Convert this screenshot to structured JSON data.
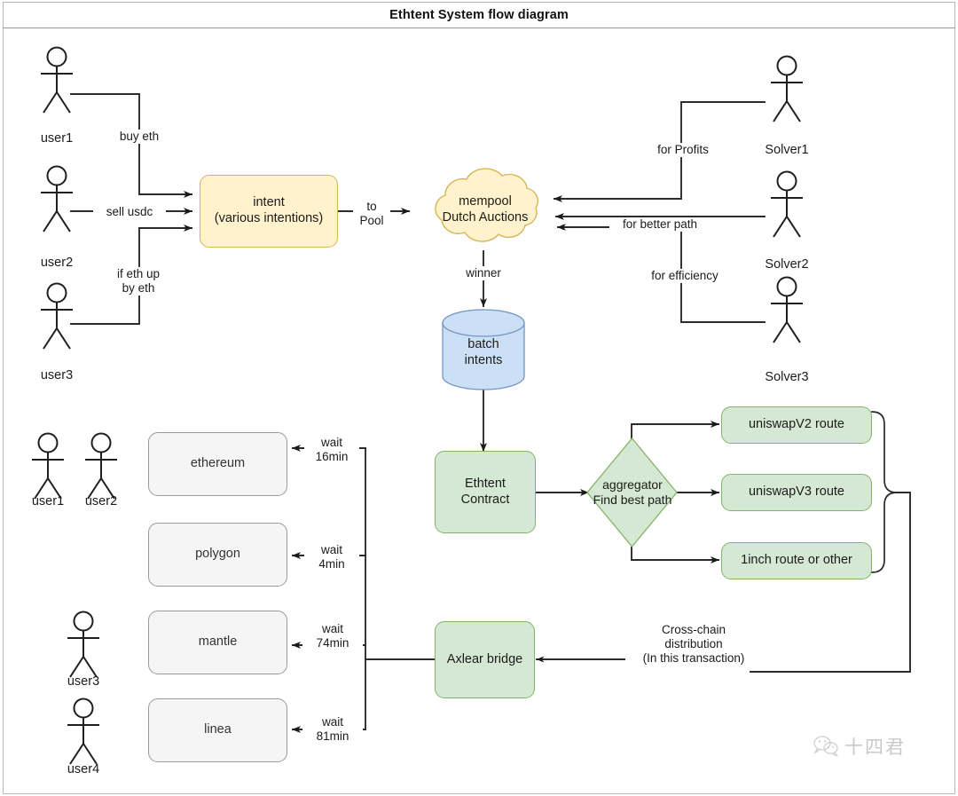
{
  "title": "Ethtent  System flow diagram",
  "actors_top": [
    {
      "name": "user1",
      "label": "user1"
    },
    {
      "name": "user2",
      "label": "user2"
    },
    {
      "name": "user3",
      "label": "user3"
    }
  ],
  "solvers": [
    {
      "name": "solver1",
      "label": "Solver1"
    },
    {
      "name": "solver2",
      "label": "Solver2"
    },
    {
      "name": "solver3",
      "label": "Solver3"
    }
  ],
  "actors_bottom": [
    {
      "name": "user1",
      "label": "user1"
    },
    {
      "name": "user2",
      "label": "user2"
    },
    {
      "name": "user3",
      "label": "user3"
    },
    {
      "name": "user4",
      "label": "user4"
    }
  ],
  "nodes": {
    "intent": "intent\n(various intentions)",
    "mempool": "mempool\nDutch Auctions",
    "batch": "batch\nintents",
    "contract": "Ethtent\nContract",
    "aggregator": "aggregator\nFind best path",
    "bridge": "Axlear bridge"
  },
  "routes": [
    {
      "name": "uniswapv2",
      "label": "uniswapV2 route"
    },
    {
      "name": "uniswapv3",
      "label": "uniswapV3 route"
    },
    {
      "name": "oneinch",
      "label": "1inch route or other"
    }
  ],
  "chains": [
    {
      "name": "ethereum",
      "label": "ethereum",
      "wait": "wait\n16min"
    },
    {
      "name": "polygon",
      "label": "polygon",
      "wait": "wait\n4min"
    },
    {
      "name": "mantle",
      "label": "mantle",
      "wait": "wait\n74min"
    },
    {
      "name": "linea",
      "label": "linea",
      "wait": "wait\n81min"
    }
  ],
  "edge_labels": {
    "buy_eth": "buy eth",
    "sell_usdc": "sell usdc",
    "if_eth_up": "if eth up\nby eth",
    "to_pool": "to\nPool",
    "for_profits": "for Profits",
    "for_better_path": "for better path",
    "for_efficiency": "for efficiency",
    "winner": "winner",
    "cross_chain": "Cross-chain\ndistribution\n(In this transaction)"
  },
  "watermark": {
    "text": "十四君",
    "icon": "wechat-icon"
  },
  "colors": {
    "yellow_fill": "#fff2cc",
    "yellow_stroke": "#d6b656",
    "green_fill": "#d5e8d4",
    "green_stroke": "#82b366",
    "blue_fill": "#cce0f5",
    "blue_stroke": "#7394c4",
    "gray_fill": "#f5f5f5",
    "gray_stroke": "#9a9a9a",
    "line": "#262626"
  }
}
